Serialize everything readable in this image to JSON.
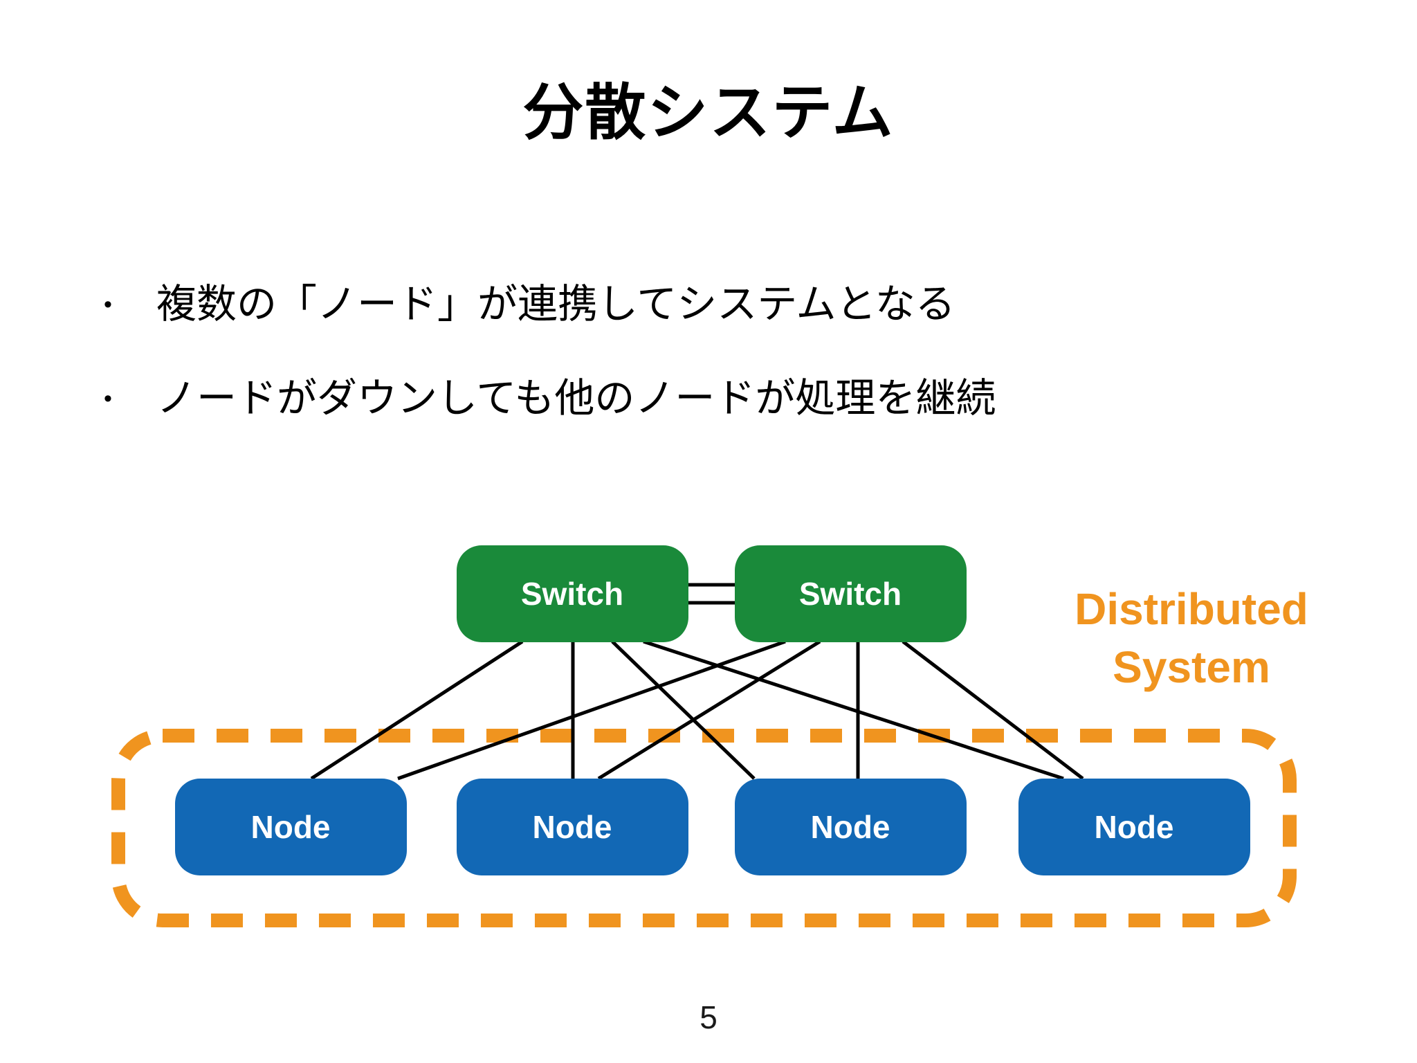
{
  "slide": {
    "title": "分散システム",
    "bullet_char": "•",
    "bullets": [
      "複数の「ノード」が連携してシステムとなる",
      "ノードがダウンしても他のノードが処理を継続"
    ],
    "page_number": "5"
  },
  "diagram": {
    "switches": [
      {
        "label": "Switch"
      },
      {
        "label": "Switch"
      }
    ],
    "nodes": [
      {
        "label": "Node"
      },
      {
        "label": "Node"
      },
      {
        "label": "Node"
      },
      {
        "label": "Node"
      }
    ],
    "group_label": {
      "line1": "Distributed",
      "line2": "System"
    },
    "colors": {
      "switch_fill": "#1A8A3A",
      "node_fill": "#1268B5",
      "group_accent": "#F0941F",
      "link": "#000000"
    }
  }
}
